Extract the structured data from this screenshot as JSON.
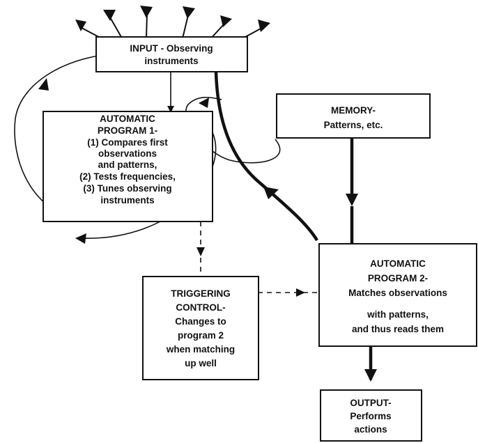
{
  "boxes": {
    "input": {
      "lines": [
        "INPUT - Observing",
        "instruments"
      ]
    },
    "program1": {
      "lines": [
        "AUTOMATIC",
        "PROGRAM 1-",
        "(1) Compares first",
        "observations",
        "and patterns,",
        "(2) Tests frequencies,",
        "(3) Tunes observing",
        "instruments"
      ]
    },
    "memory": {
      "lines": [
        "MEMORY-",
        "Patterns, etc."
      ]
    },
    "program2": {
      "lines": [
        "AUTOMATIC",
        "PROGRAM 2-",
        "Matches observations",
        "with patterns,",
        "and thus reads them"
      ]
    },
    "triggering": {
      "lines": [
        "TRIGGERING",
        "CONTROL-",
        "Changes to",
        "program 2",
        "when matching",
        "up well"
      ]
    },
    "output": {
      "lines": [
        "OUTPUT-",
        "Performs",
        "actions"
      ]
    }
  },
  "icons": [
    "antenna-icon",
    "antenna-icon",
    "antenna-icon",
    "antenna-icon",
    "antenna-icon",
    "antenna-icon"
  ]
}
